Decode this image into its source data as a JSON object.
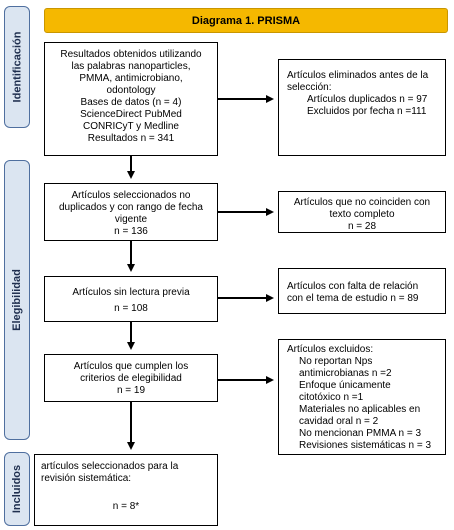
{
  "title": "Diagrama 1. PRISMA",
  "phases": {
    "identificacion": "Identificación",
    "elegibilidad": "Elegibilidad",
    "incluidos": "Incluidos"
  },
  "left_boxes": {
    "resultados": {
      "lines": [
        "Resultados obtenidos utilizando",
        "las palabras nanoparticles,",
        "PMMA, antimicrobiano,",
        "odontology",
        "Bases de datos (n = 4)",
        "ScienceDirect PubMed",
        "CONRICyT y Medline",
        "Resultados n = 341"
      ]
    },
    "seleccionados": {
      "lines": [
        "Artículos seleccionados no",
        "duplicados y con rango de fecha",
        "vigente",
        "n = 136"
      ]
    },
    "sin_lectura": {
      "lines": [
        "Artículos sin lectura previa",
        "n = 108"
      ]
    },
    "cumplen": {
      "lines": [
        "Artículos que cumplen los",
        "criterios de elegibilidad",
        "n = 19"
      ]
    },
    "incluidos": {
      "lines": [
        "artículos seleccionados para la",
        "revisión sistemática:",
        "n = 8*"
      ]
    }
  },
  "right_boxes": {
    "eliminados": {
      "lines": [
        "Artículos eliminados antes de la",
        "selección:",
        "Artículos duplicados n = 97",
        "Excluidos por fecha  n =111"
      ]
    },
    "no_coinciden": {
      "lines": [
        "Artículos que no coinciden con",
        "texto completo",
        "n = 28"
      ]
    },
    "falta_relacion": {
      "lines": [
        "Artículos con falta de relación",
        "con el tema de estudio n = 89"
      ]
    },
    "excluidos": {
      "lines": [
        "Artículos excluidos:",
        "No reportan Nps",
        "antimicrobianas n =2",
        "Enfoque únicamente",
        "citotóxico n =1",
        "Materiales no aplicables en",
        "cavidad oral n = 2",
        "No mencionan PMMA n = 3",
        "Revisiones sistemáticas n = 3"
      ]
    }
  }
}
